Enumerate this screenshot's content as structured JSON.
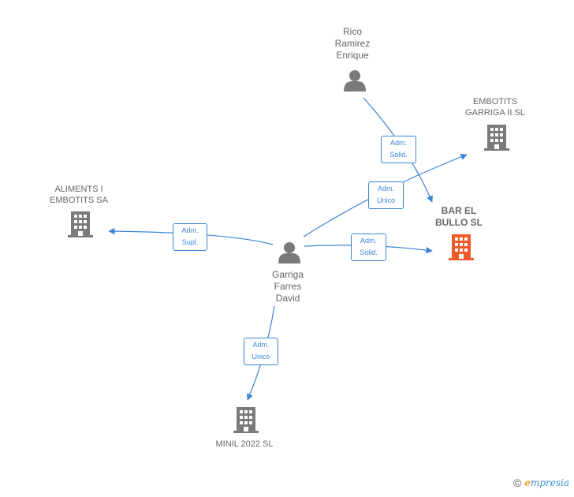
{
  "colors": {
    "edge": "#3d84d8",
    "person": "#7a7a7a",
    "company": "#7a7a7a",
    "main_company": "#f05a28"
  },
  "nodes": {
    "rico": {
      "label": "Rico\nRamirez\nEnrique",
      "icon": "person-icon"
    },
    "garriga": {
      "label": "Garriga\nFarres\nDavid",
      "icon": "person-icon"
    },
    "embotits_garriga": {
      "label": "EMBOTITS\nGARRIGA II SL",
      "icon": "building-icon"
    },
    "aliments": {
      "label": "ALIMENTS I\nEMBOTITS SA",
      "icon": "building-icon"
    },
    "bar_el_bullo": {
      "label": "BAR EL\nBULLO  SL",
      "icon": "building-icon"
    },
    "minil": {
      "label": "MINIL 2022  SL",
      "icon": "building-icon"
    }
  },
  "edges": {
    "rico_bar": {
      "label": "Adm.\nSolid."
    },
    "garriga_embotits": {
      "label": "Adm.\nUnico"
    },
    "garriga_aliments": {
      "label": "Adm.\nSupl."
    },
    "garriga_bar": {
      "label": "Adm.\nSolid."
    },
    "garriga_minil": {
      "label": "Adm.\nUnico"
    }
  },
  "footer": {
    "copyright": "©",
    "brand_first": "e",
    "brand_rest": "mpresia"
  }
}
